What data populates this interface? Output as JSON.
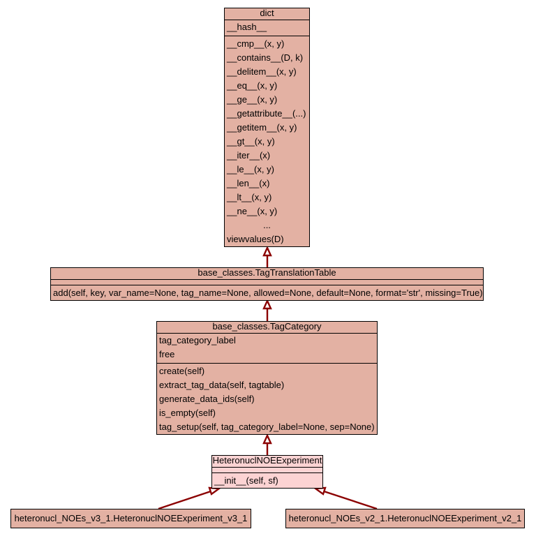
{
  "colors": {
    "node_fill": "#e3b1a3",
    "focus_fill": "#fcd3d3",
    "edge": "#8b0000",
    "border": "#000000"
  },
  "nodes": {
    "dict": {
      "title": "dict",
      "attributes": [
        "__hash__"
      ],
      "methods": [
        "__cmp__(x, y)",
        "__contains__(D, k)",
        "__delitem__(x, y)",
        "__eq__(x, y)",
        "__ge__(x, y)",
        "__getattribute__(...)",
        "__getitem__(x, y)",
        "__gt__(x, y)",
        "__iter__(x)",
        "__le__(x, y)",
        "__len__(x)",
        "__lt__(x, y)",
        "__ne__(x, y)",
        "...",
        "viewvalues(D)"
      ]
    },
    "tag_translation_table": {
      "title": "base_classes.TagTranslationTable",
      "methods": [
        "add(self, key, var_name=None, tag_name=None, allowed=None, default=None, format='str', missing=True)"
      ]
    },
    "tag_category": {
      "title": "base_classes.TagCategory",
      "attributes": [
        "tag_category_label",
        "free"
      ],
      "methods": [
        "create(self)",
        "extract_tag_data(self, tagtable)",
        "generate_data_ids(self)",
        "is_empty(self)",
        "tag_setup(self, tag_category_label=None, sep=None)"
      ]
    },
    "heteronucl": {
      "title": "HeteronuclNOEExperiment",
      "methods": [
        "__init__(self, sf)"
      ]
    },
    "v3_1": {
      "title": "heteronucl_NOEs_v3_1.HeteronuclNOEExperiment_v3_1"
    },
    "v2_1": {
      "title": "heteronucl_NOEs_v2_1.HeteronuclNOEExperiment_v2_1"
    }
  }
}
